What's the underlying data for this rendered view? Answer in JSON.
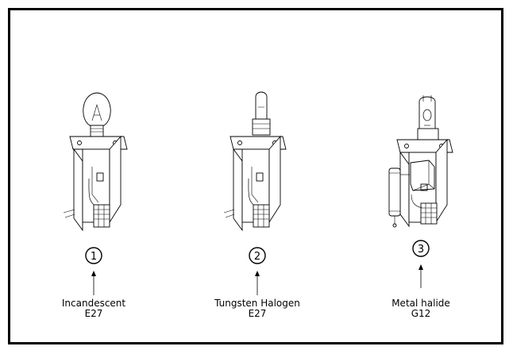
{
  "lamps": [
    {
      "number": "1",
      "name": "Incandescent",
      "base": "E27",
      "bulb_icon": "incandescent-bulb-icon"
    },
    {
      "number": "2",
      "name": "Tungsten Halogen",
      "base": "E27",
      "bulb_icon": "halogen-bulb-icon"
    },
    {
      "number": "3",
      "name": "Metal halide",
      "base": "G12",
      "bulb_icon": "metal-halide-bulb-icon"
    }
  ],
  "colors": {
    "line": "#000000",
    "background": "#ffffff"
  }
}
